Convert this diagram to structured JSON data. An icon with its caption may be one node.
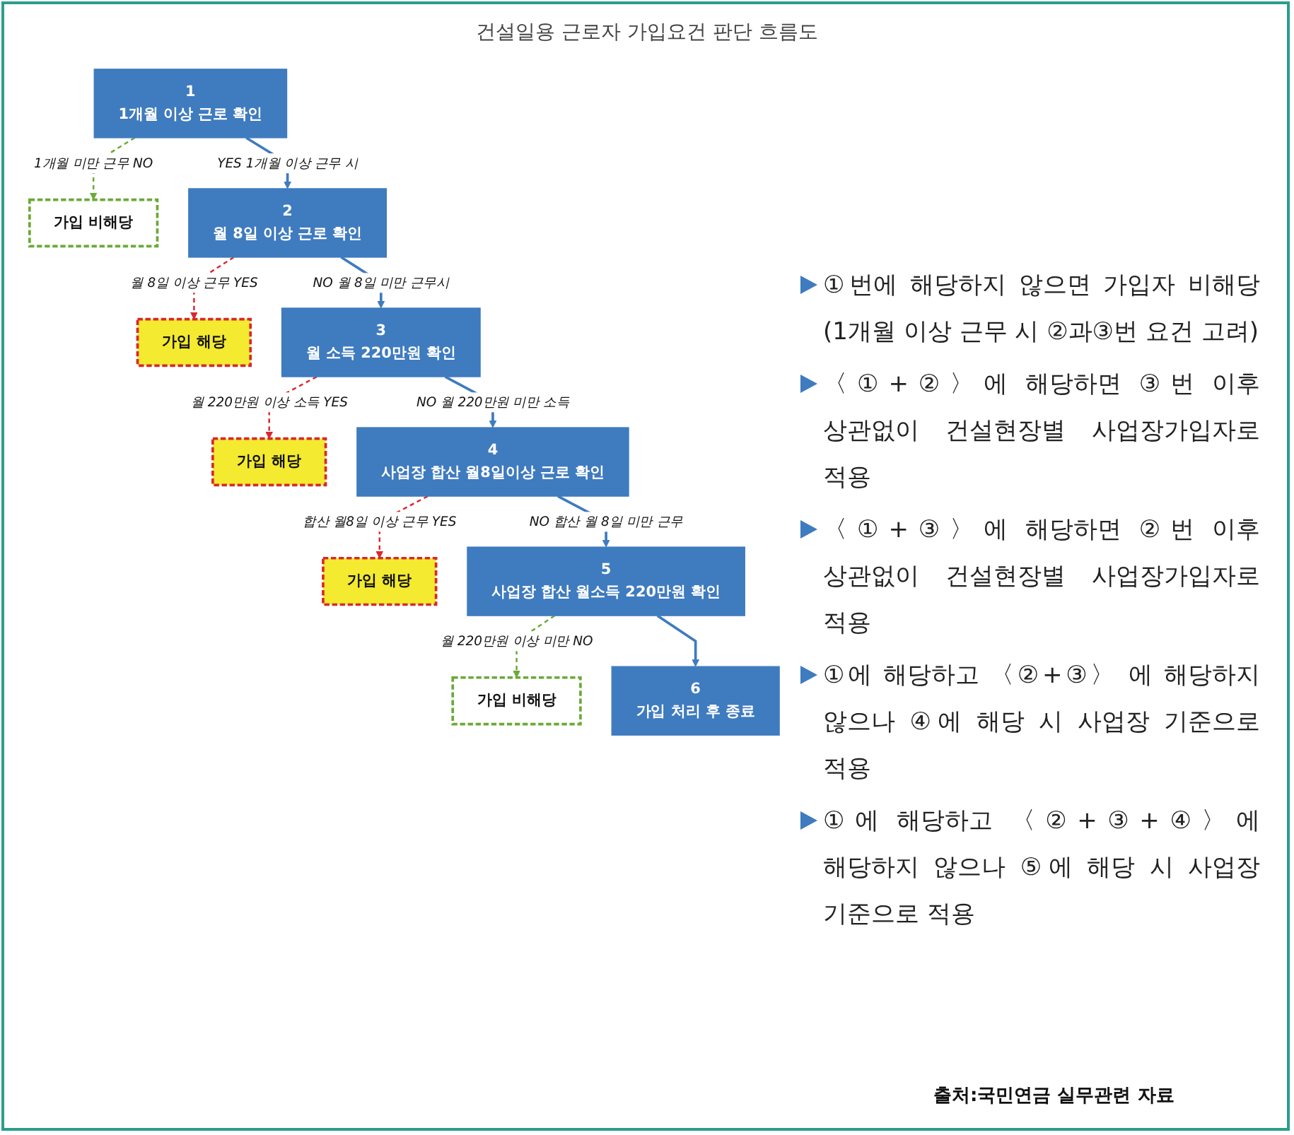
{
  "diagram": {
    "title": "건설일용 근로자 가입요건 판단 흐름도",
    "caption": "출처:국민연금 실무관련 자료",
    "nodes": [
      {
        "text": [
          "1",
          "1개월 이상 근로 확인"
        ]
      },
      {
        "text": [
          "가입 비해당"
        ]
      },
      {
        "text": [
          "2",
          "월 8일 이상 근로 확인"
        ]
      },
      {
        "text": [
          "가입 해당"
        ]
      },
      {
        "text": [
          "3",
          "월 소득 220만원 확인"
        ]
      },
      {
        "text": [
          "가입 해당"
        ]
      },
      {
        "text": [
          "4",
          "사업장 합산 월8일이상 근로 확인"
        ]
      },
      {
        "text": [
          "가입 해당"
        ]
      },
      {
        "text": [
          "5",
          "사업장 합산 월소득 220만원 확인"
        ]
      },
      {
        "text": [
          "가입 비해당"
        ]
      },
      {
        "text": [
          "6",
          "가입 처리 후 종료"
        ]
      }
    ],
    "edges": [
      {
        "from": 0,
        "to": 1,
        "arrow": "to",
        "label": "1개월 미만 근무 NO",
        "style": "dashed",
        "color": "#6aaa35"
      },
      {
        "from": 0,
        "to": 2,
        "arrow": "to",
        "label": "YES 1개월 이상 근무 시"
      },
      {
        "from": 2,
        "to": 3,
        "arrow": "to",
        "label": "월 8일 이상 근무 YES",
        "style": "dashed",
        "color": "#d7282f"
      },
      {
        "from": 2,
        "to": 4,
        "arrow": "to",
        "label": "NO 월 8일 미만 근무시"
      },
      {
        "from": 4,
        "to": 5,
        "arrow": "to",
        "label": "월 220만원 이상 소득 YES",
        "style": "dashed",
        "color": "#d7282f"
      },
      {
        "from": 4,
        "to": 6,
        "arrow": "to",
        "label": "NO 월 220만원 미만 소득"
      },
      {
        "from": 6,
        "to": 7,
        "arrow": "to",
        "label": "합산 월8일 이상 근무 YES",
        "style": "dashed",
        "color": "#d7282f"
      },
      {
        "from": 6,
        "to": 8,
        "arrow": "to",
        "label": "NO 합산 월 8일 미만 근무"
      },
      {
        "from": 8,
        "to": 9,
        "arrow": "to",
        "label": "월 220만원 이상 미만 NO",
        "style": "dashed",
        "color": "#6aaa35"
      },
      {
        "from": 8,
        "to": 10,
        "arrow": "to"
      }
    ],
    "labels": [
      "①번에 해당하지 않으면 가입자 비해당(1개월 이상 근무 시 ②과③번 요건 고려)",
      "〈①+②〉에 해당하면 ③번 이후 상관없이 건설현장별 사업장가입자로 적용",
      "〈①+③〉에 해당하면 ②번 이후 상관없이 건설현장별 사업장가입자로 적용",
      "①에 해당하고 〈②+③〉 에 해당하지 않으나 ④에 해당 시 사업장 기준으로 적용",
      "①에 해당하고 〈②+③+④〉에 해당하지 않으나 ⑤에 해당 시 사업장 기준으로 적용"
    ]
  }
}
